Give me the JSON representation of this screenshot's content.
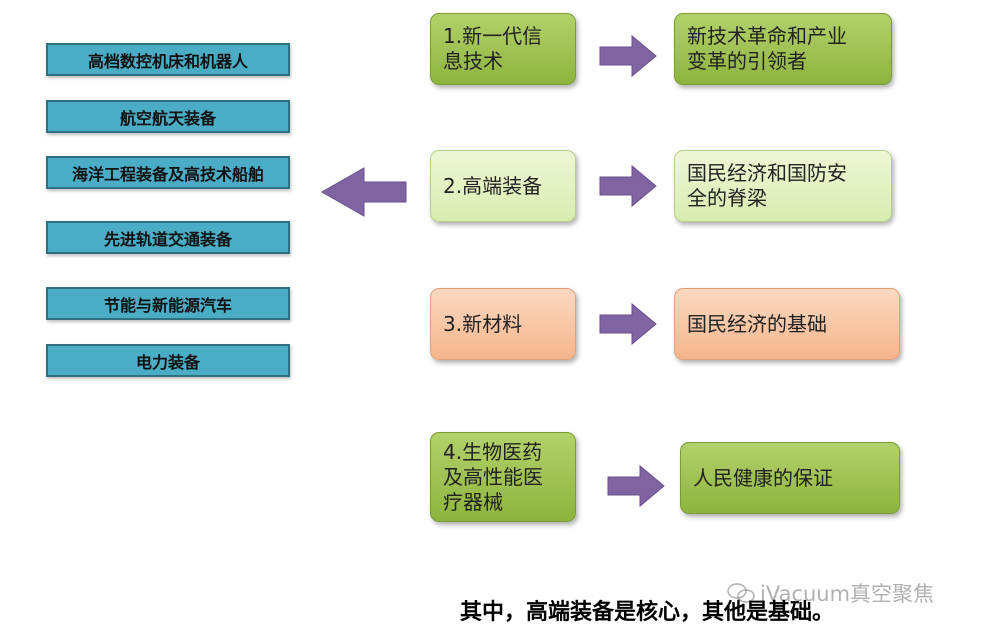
{
  "categories": [
    "高档数控机床和机器人",
    "航空航天装备",
    "海洋工程装备及高技术船舶",
    "先进轨道交通装备",
    "节能与新能源汽车",
    "电力装备"
  ],
  "rows": [
    {
      "label": "1.新一代信息技术",
      "label_lines": [
        "1.新一代信",
        "息技术"
      ],
      "result_lines": [
        "新技术革命和产业",
        "变革的引领者"
      ]
    },
    {
      "label": "2.高端装备",
      "label_lines": [
        "2.高端装备"
      ],
      "result_lines": [
        "国民经济和国防安",
        "全的脊梁"
      ]
    },
    {
      "label": "3.新材料",
      "label_lines": [
        "3.新材料"
      ],
      "result_lines": [
        "国民经济的基础"
      ]
    },
    {
      "label": "4.生物医药及高性能医疗器械",
      "label_lines": [
        "4.生物医药",
        "及高性能医",
        "疗器械"
      ],
      "result_lines": [
        "人民健康的保证"
      ]
    }
  ],
  "footer": "其中，高端装备是核心，其他是基础。",
  "watermark": "iVacuum真空聚焦",
  "colors": {
    "category_fill": "#4bacc6",
    "green": "#9bbb59",
    "light_green": "#e4f1c8",
    "peach": "#f8c4a2",
    "arrow": "#8064a2"
  }
}
